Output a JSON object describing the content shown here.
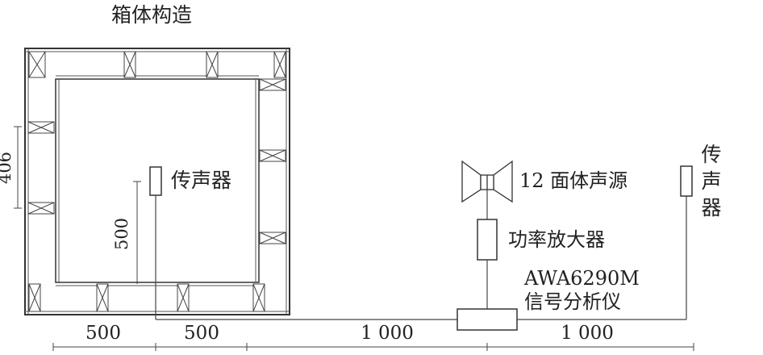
{
  "title": "箱体构造",
  "labels": {
    "mic_inside": "传声器",
    "mic_right": [
      "传",
      "声",
      "器"
    ],
    "source": "12 面体声源",
    "amplifier": "功率放大器",
    "analyzer_model": "AWA6290M",
    "analyzer_name": "信号分析仪"
  },
  "dimensions": {
    "side": "406",
    "height": "500",
    "bottom": [
      "500",
      "500",
      "1 000",
      "1 000"
    ]
  }
}
